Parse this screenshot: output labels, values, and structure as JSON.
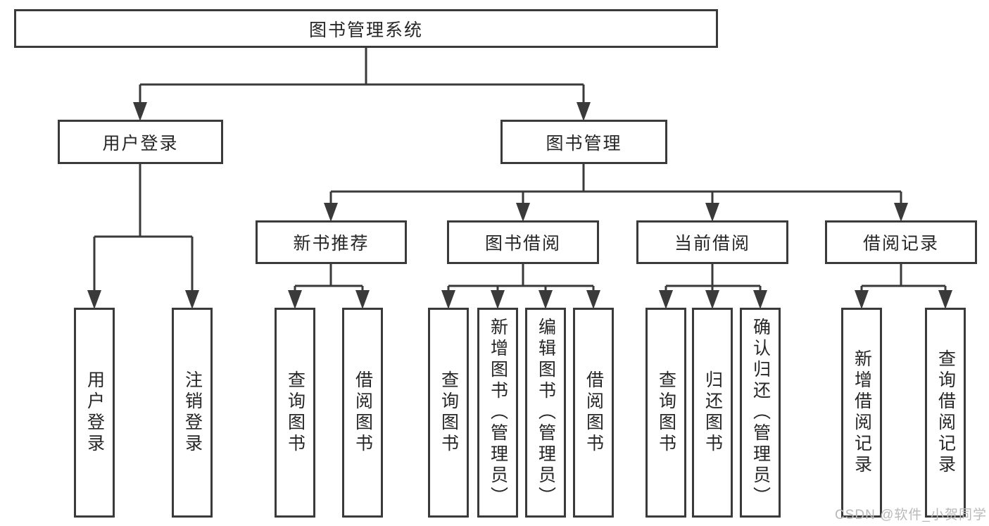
{
  "title": "图书管理系统",
  "tree": {
    "root": {
      "label": "图书管理系统"
    },
    "branches": [
      {
        "label": "用户登录",
        "children": [
          {
            "label": "用户登录"
          },
          {
            "label": "注销登录"
          }
        ]
      },
      {
        "label": "图书管理",
        "children": [
          {
            "label": "新书推荐",
            "children": [
              {
                "label": "查询图书"
              },
              {
                "label": "借阅图书"
              }
            ]
          },
          {
            "label": "图书借阅",
            "children": [
              {
                "label": "查询图书"
              },
              {
                "label": "新增图书（管理员）"
              },
              {
                "label": "编辑图书（管理员）"
              },
              {
                "label": "借阅图书"
              }
            ]
          },
          {
            "label": "当前借阅",
            "children": [
              {
                "label": "查询图书"
              },
              {
                "label": "归还图书"
              },
              {
                "label": "确认归还（管理员）"
              }
            ]
          },
          {
            "label": "借阅记录",
            "children": [
              {
                "label": "新增借阅记录"
              },
              {
                "label": "查询借阅记录"
              }
            ]
          }
        ]
      }
    ]
  },
  "watermark": "CSDN @软件_小贺同学",
  "colors": {
    "line": "#3a3a3a",
    "text": "#262626",
    "box_background": "#ffffff",
    "page_background": "#ffffff",
    "watermark": "#b9b9b9"
  }
}
